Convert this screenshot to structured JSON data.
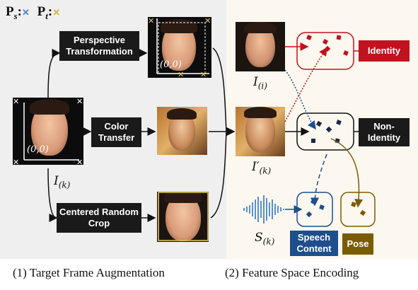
{
  "legend": {
    "ps": "P",
    "ps_sub": "s",
    "pt": "P",
    "pt_sub": "t",
    "sep": ":"
  },
  "boxes": {
    "perspective": "Perspective Transformation",
    "color": "Color Transfer",
    "crop": "Centered Random Crop",
    "identity": "Identity",
    "non_identity": "Non-Identity",
    "speech": "Speech Content",
    "pose": "Pose"
  },
  "labels": {
    "origin_input": "(0,0)",
    "origin_persp": "(0,0)",
    "i_k": "I",
    "i_k_sub": "(k)",
    "i_i": "I",
    "i_i_sub": "(i)",
    "i_prime": "I′",
    "i_prime_sub": "(k)",
    "s_k": "S",
    "s_k_sub": "(k)"
  },
  "captions": {
    "left": "(1) Target Frame Augmentation",
    "right": "(2) Feature Space Encoding"
  },
  "colors": {
    "identity_red": "#c1121f",
    "non_identity_dark": "#1a1a1a",
    "speech_blue": "#1f4e8c",
    "pose_gold": "#7a5c00",
    "crop_frame": "#e8c95a"
  },
  "icons": {
    "corner_marker": "x-marker-icon"
  }
}
